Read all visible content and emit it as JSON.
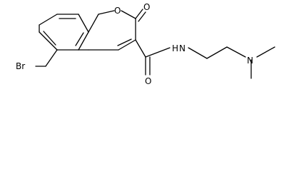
{
  "molecule": {
    "atoms": {
      "bromine": "Br",
      "ring_oxygen": "O",
      "carbonyl_oxygen_lactone": "O",
      "carbonyl_oxygen_amide": "O",
      "amide_nitrogen": "N",
      "amide_hydrogen": "H",
      "amine_nitrogen": "N"
    }
  }
}
